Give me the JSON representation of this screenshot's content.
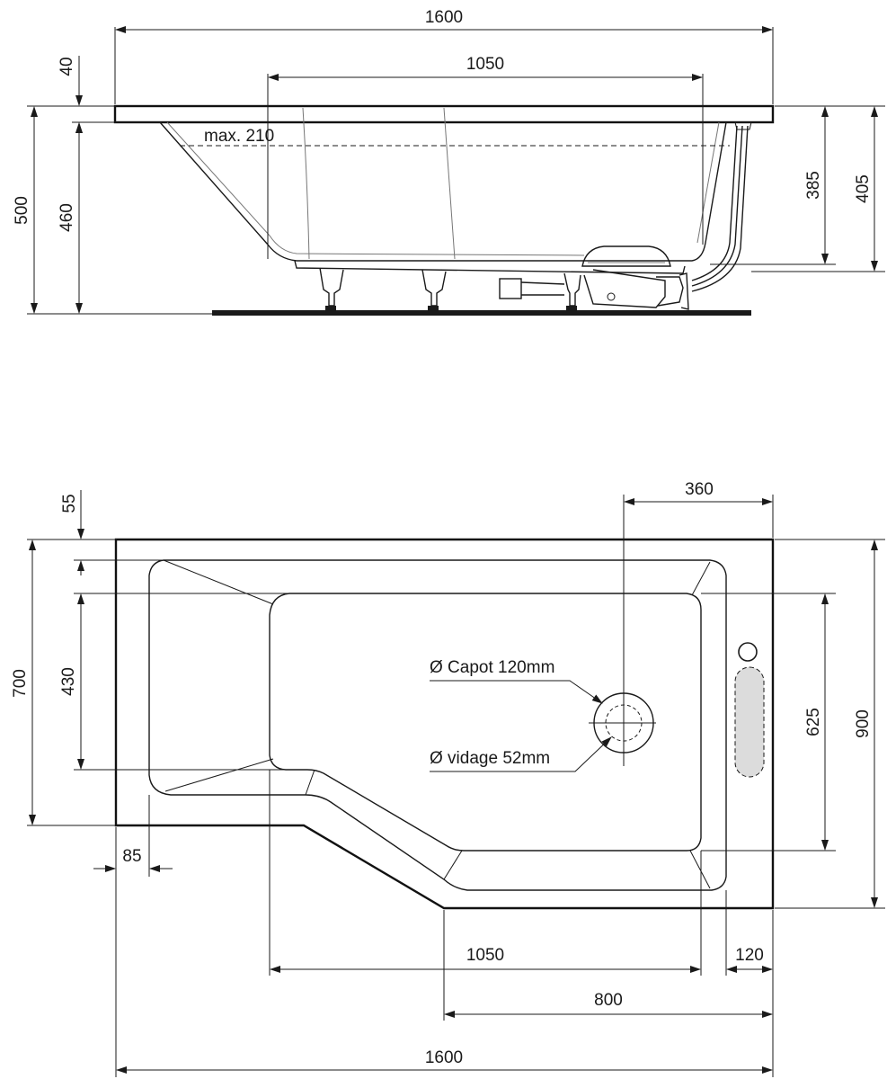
{
  "side_view": {
    "dims": {
      "length_total": "1600",
      "length_inner": "1050",
      "rim": "40",
      "height_total": "500",
      "height_tub": "460",
      "water_level": "max. 210",
      "depth_inner": "385",
      "depth_total": "405"
    }
  },
  "top_view": {
    "dims": {
      "rim_top": "55",
      "width_narrow": "700",
      "inner_narrow": "430",
      "drain_offset": "360",
      "inner_wide": "625",
      "width_wide": "900",
      "rim_left": "85",
      "length_inner": "1050",
      "rim_right": "120",
      "length_wide": "800",
      "length_total": "1600"
    },
    "labels": {
      "capot": "Ø Capot 120mm",
      "vidage": "Ø vidage 52mm"
    }
  }
}
